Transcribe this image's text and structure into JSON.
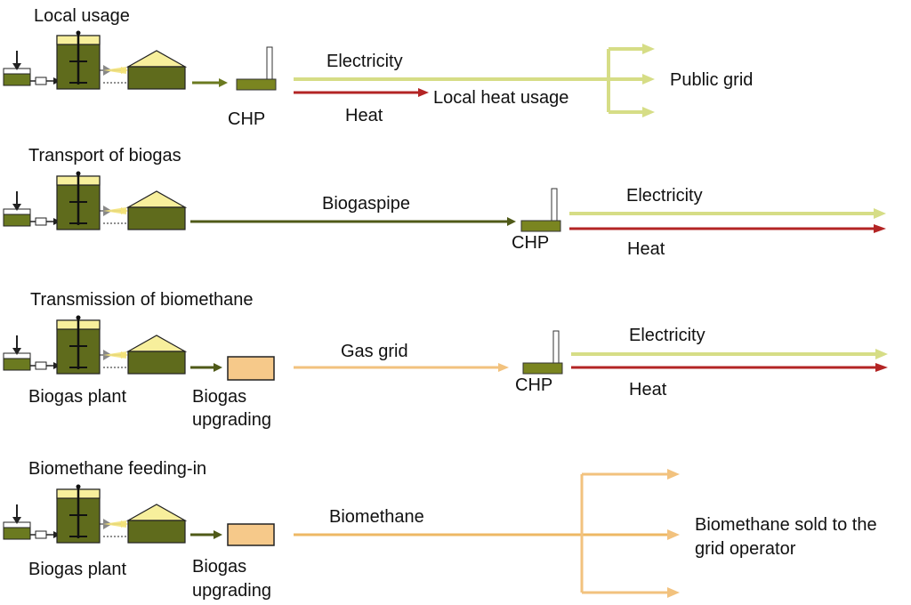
{
  "colors": {
    "olive": "#6b7a20",
    "olive_dark": "#3f4a10",
    "olive_tank": "#5f6b1c",
    "roof_yellow": "#f7ef9c",
    "electricity_green": "#d6dd86",
    "heat_red": "#b32424",
    "gas_orange": "#f2c27e",
    "biomethane_orange": "#eeb864",
    "upgrading_fill": "#f6c98a",
    "chp_fill": "#7a8520"
  },
  "sections": [
    {
      "title": "Local usage",
      "chp_label": "CHP",
      "electricity_label": "Electricity",
      "heat_label": "Heat",
      "heat_destination": "Local heat usage",
      "grid_destination": "Public grid"
    },
    {
      "title": "Transport of biogas",
      "pipe_label": "Biogaspipe",
      "chp_label": "CHP",
      "electricity_label": "Electricity",
      "heat_label": "Heat"
    },
    {
      "title": "Transmission of biomethane",
      "plant_label": "Biogas plant",
      "upgrading_label_1": "Biogas",
      "upgrading_label_2": "upgrading",
      "grid_label": "Gas grid",
      "chp_label": "CHP",
      "electricity_label": "Electricity",
      "heat_label": "Heat"
    },
    {
      "title": "Biomethane feeding-in",
      "plant_label": "Biogas plant",
      "upgrading_label_1": "Biogas",
      "upgrading_label_2": "upgrading",
      "flow_label": "Biomethane",
      "destination_1": "Biomethane sold to the",
      "destination_2": "grid operator"
    }
  ]
}
